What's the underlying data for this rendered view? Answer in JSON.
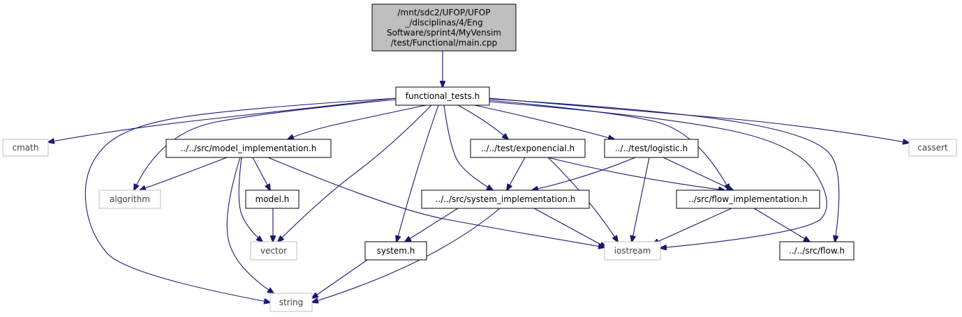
{
  "colors": {
    "edge": "#191970",
    "root_fill": "#bfbfbf",
    "node_border": "#000000",
    "external_border": "#bfbfbf",
    "external_text": "#404040",
    "text": "#000000"
  },
  "nodes": [
    {
      "id": "main",
      "kind": "root",
      "lines": [
        "/mnt/sdc2/UFOP/UFOP",
        "_/disciplinas/4/Eng",
        " Software/sprint4/MyVensim",
        "/test/Functional/main.cpp"
      ]
    },
    {
      "id": "functional_tests",
      "kind": "file",
      "lines": [
        "functional_tests.h"
      ]
    },
    {
      "id": "cmath",
      "kind": "external",
      "lines": [
        "cmath"
      ]
    },
    {
      "id": "model_implementation",
      "kind": "file",
      "lines": [
        "../../src/model_implementation.h"
      ]
    },
    {
      "id": "exponencial",
      "kind": "file",
      "lines": [
        "../../test/exponencial.h"
      ]
    },
    {
      "id": "logistic",
      "kind": "file",
      "lines": [
        "../../test/logistic.h"
      ]
    },
    {
      "id": "cassert",
      "kind": "external",
      "lines": [
        "cassert"
      ]
    },
    {
      "id": "algorithm",
      "kind": "external",
      "lines": [
        "algorithm"
      ]
    },
    {
      "id": "model",
      "kind": "file",
      "lines": [
        "model.h"
      ]
    },
    {
      "id": "system_implementation",
      "kind": "file",
      "lines": [
        "../../src/system_implementation.h"
      ]
    },
    {
      "id": "flow_implementation",
      "kind": "file",
      "lines": [
        "../src/flow_implementation.h"
      ]
    },
    {
      "id": "vector",
      "kind": "external",
      "lines": [
        "vector"
      ]
    },
    {
      "id": "system",
      "kind": "file",
      "lines": [
        "system.h"
      ]
    },
    {
      "id": "iostream",
      "kind": "external",
      "lines": [
        "iostream"
      ]
    },
    {
      "id": "flow",
      "kind": "file",
      "lines": [
        "../../src/flow.h"
      ]
    },
    {
      "id": "string",
      "kind": "external",
      "lines": [
        "string"
      ]
    }
  ],
  "edges": [
    {
      "from": "main",
      "to": "functional_tests"
    },
    {
      "from": "functional_tests",
      "to": "cmath"
    },
    {
      "from": "functional_tests",
      "to": "model_implementation"
    },
    {
      "from": "functional_tests",
      "to": "exponencial"
    },
    {
      "from": "functional_tests",
      "to": "logistic"
    },
    {
      "from": "functional_tests",
      "to": "cassert"
    },
    {
      "from": "functional_tests",
      "to": "algorithm"
    },
    {
      "from": "functional_tests",
      "to": "string"
    },
    {
      "from": "functional_tests",
      "to": "vector"
    },
    {
      "from": "functional_tests",
      "to": "system"
    },
    {
      "from": "functional_tests",
      "to": "system_implementation"
    },
    {
      "from": "functional_tests",
      "to": "flow_implementation"
    },
    {
      "from": "functional_tests",
      "to": "iostream"
    },
    {
      "from": "functional_tests",
      "to": "flow"
    },
    {
      "from": "model_implementation",
      "to": "algorithm"
    },
    {
      "from": "model_implementation",
      "to": "model"
    },
    {
      "from": "model_implementation",
      "to": "vector"
    },
    {
      "from": "model_implementation",
      "to": "string"
    },
    {
      "from": "model_implementation",
      "to": "iostream"
    },
    {
      "from": "model",
      "to": "vector"
    },
    {
      "from": "exponencial",
      "to": "system_implementation"
    },
    {
      "from": "exponencial",
      "to": "flow_implementation"
    },
    {
      "from": "exponencial",
      "to": "iostream"
    },
    {
      "from": "logistic",
      "to": "system_implementation"
    },
    {
      "from": "logistic",
      "to": "flow_implementation"
    },
    {
      "from": "logistic",
      "to": "iostream"
    },
    {
      "from": "system_implementation",
      "to": "system"
    },
    {
      "from": "system_implementation",
      "to": "iostream"
    },
    {
      "from": "system_implementation",
      "to": "string"
    },
    {
      "from": "flow_implementation",
      "to": "iostream"
    },
    {
      "from": "flow_implementation",
      "to": "flow"
    },
    {
      "from": "system",
      "to": "string"
    }
  ]
}
